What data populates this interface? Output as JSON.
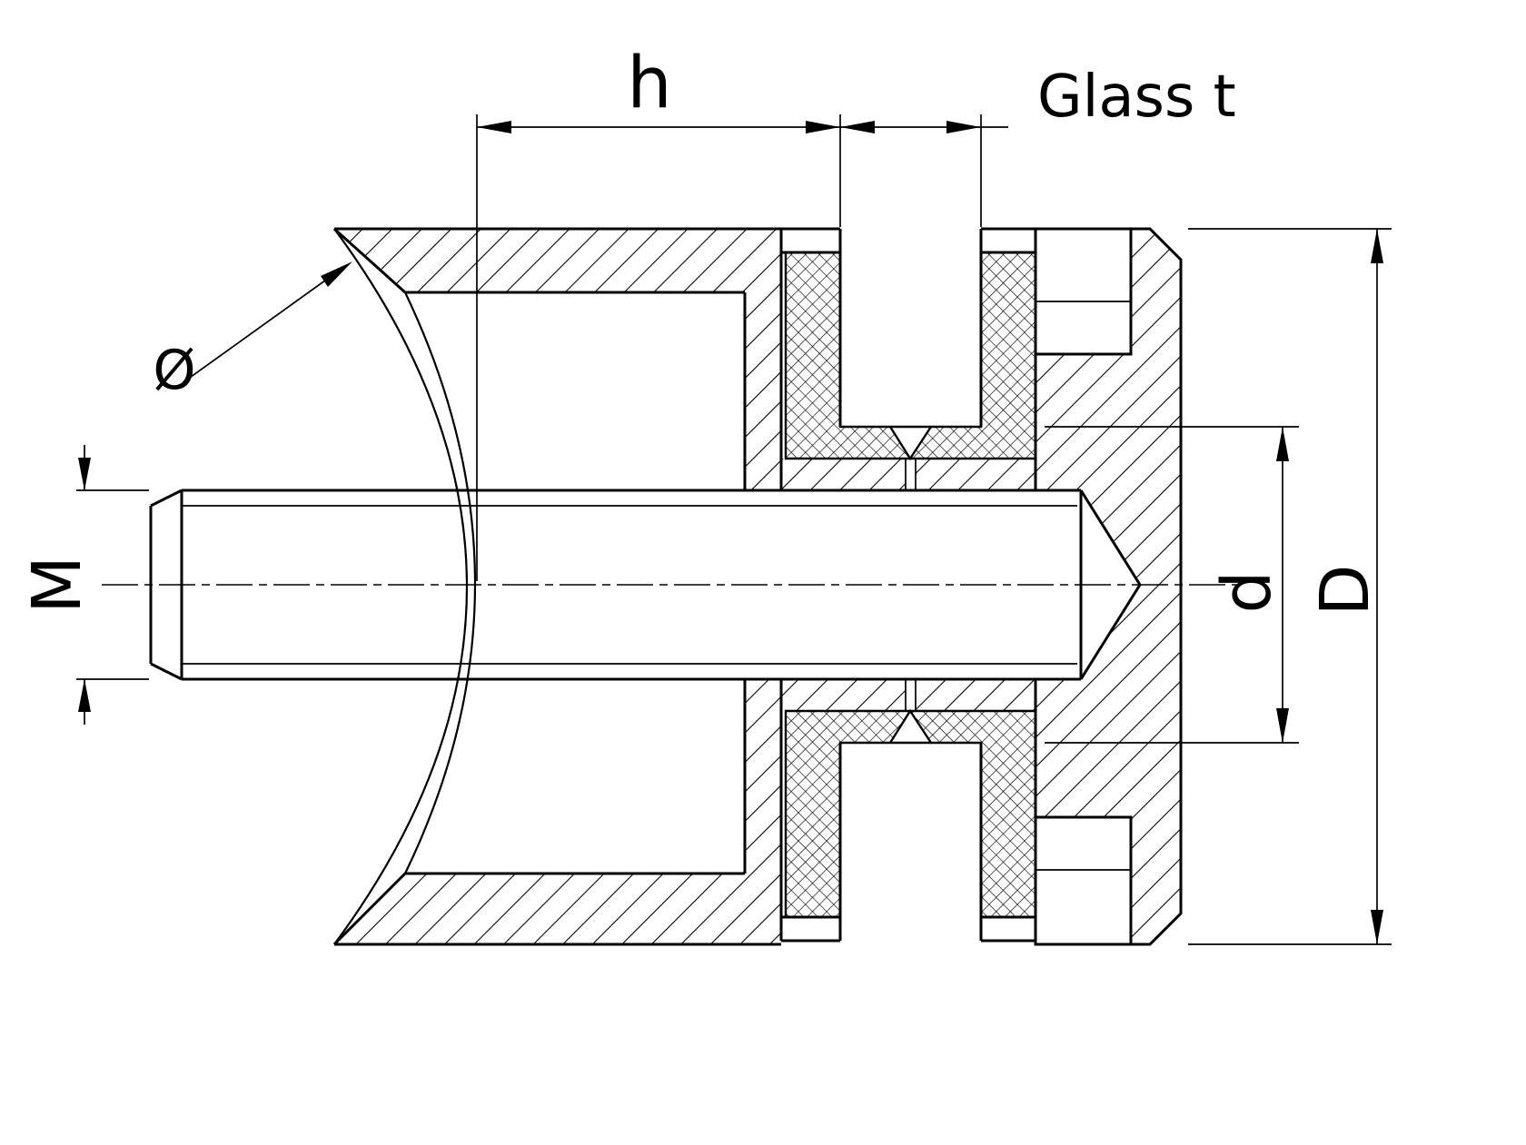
{
  "labels": {
    "h": "h",
    "glass_t": "Glass t",
    "diameter_symbol": "Ø",
    "thread_size": "M",
    "bore_diameter": "d",
    "outer_diameter": "D"
  },
  "colors": {
    "line": "#000000",
    "background": "#ffffff"
  }
}
